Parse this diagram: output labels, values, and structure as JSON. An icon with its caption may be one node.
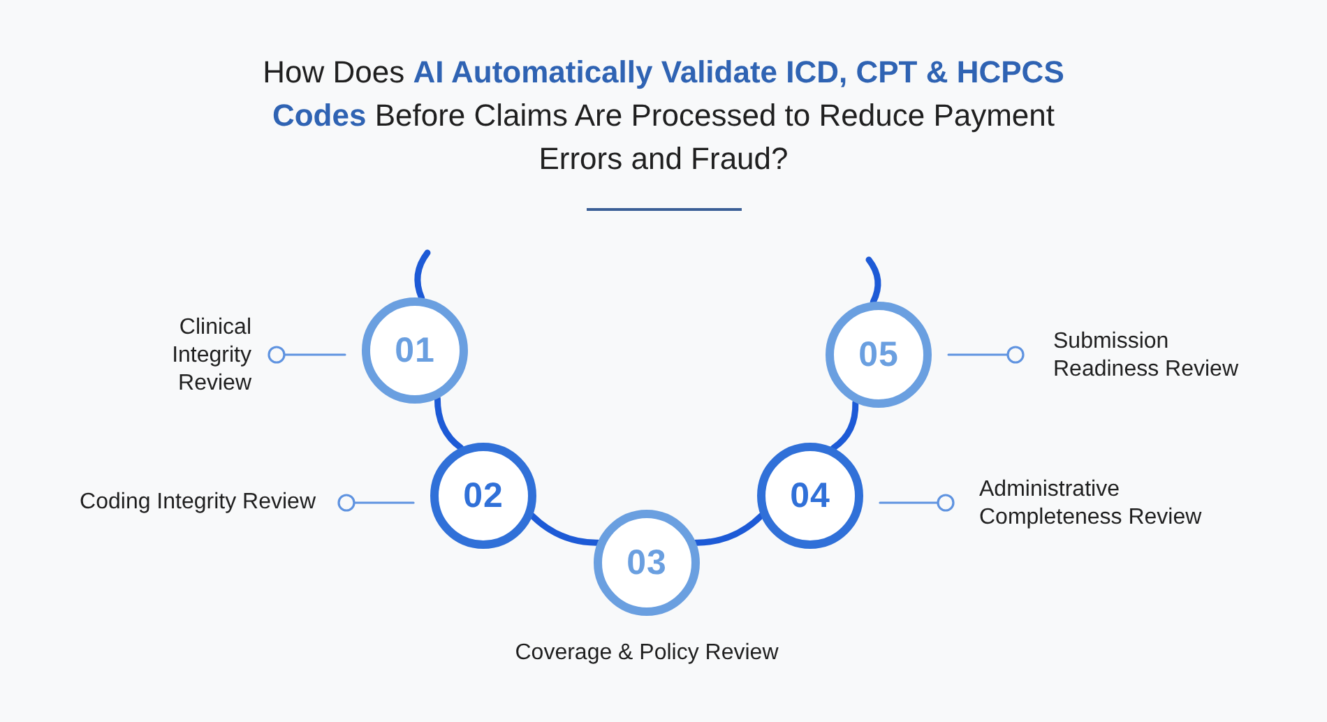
{
  "diagram": {
    "title": "How Does **AI Automatically Validate ICD, CPT & HCPCS Codes** Before Claims Are Processed to Reduce Payment Errors and Fraud?",
    "nodes": [
      {
        "text": [
          "01"
        ]
      },
      {
        "text": [
          "02"
        ]
      },
      {
        "text": [
          "03"
        ]
      },
      {
        "text": [
          "04"
        ]
      },
      {
        "text": [
          "05"
        ]
      },
      {
        "text": [
          "Clinical Integrity Review"
        ]
      },
      {
        "text": [
          "Submission Readiness Review"
        ]
      },
      {
        "text": [
          "Coding Integrity Review"
        ]
      },
      {
        "text": [
          "Administrative Completeness Review"
        ]
      },
      {
        "text": [
          "Coverage & Policy Review"
        ]
      }
    ],
    "edges": [
      {
        "from": null,
        "to": 0,
        "arrow": "none"
      },
      {
        "from": 0,
        "to": 1,
        "arrow": "none"
      },
      {
        "from": 1,
        "to": 2,
        "arrow": "none"
      },
      {
        "from": 2,
        "to": 3,
        "arrow": "none"
      },
      {
        "from": 3,
        "to": 4,
        "arrow": "none"
      },
      {
        "from": 4,
        "to": null,
        "arrow": "none"
      },
      {
        "from": 5,
        "to": 0,
        "arrow": "other",
        "color": "#5f93e0"
      },
      {
        "from": 6,
        "to": 4,
        "arrow": "other",
        "color": "#5f93e0"
      },
      {
        "from": 7,
        "to": 1,
        "arrow": "other",
        "color": "#5f93e0"
      },
      {
        "from": 8,
        "to": 3,
        "arrow": "other",
        "color": "#5f93e0"
      }
    ]
  }
}
